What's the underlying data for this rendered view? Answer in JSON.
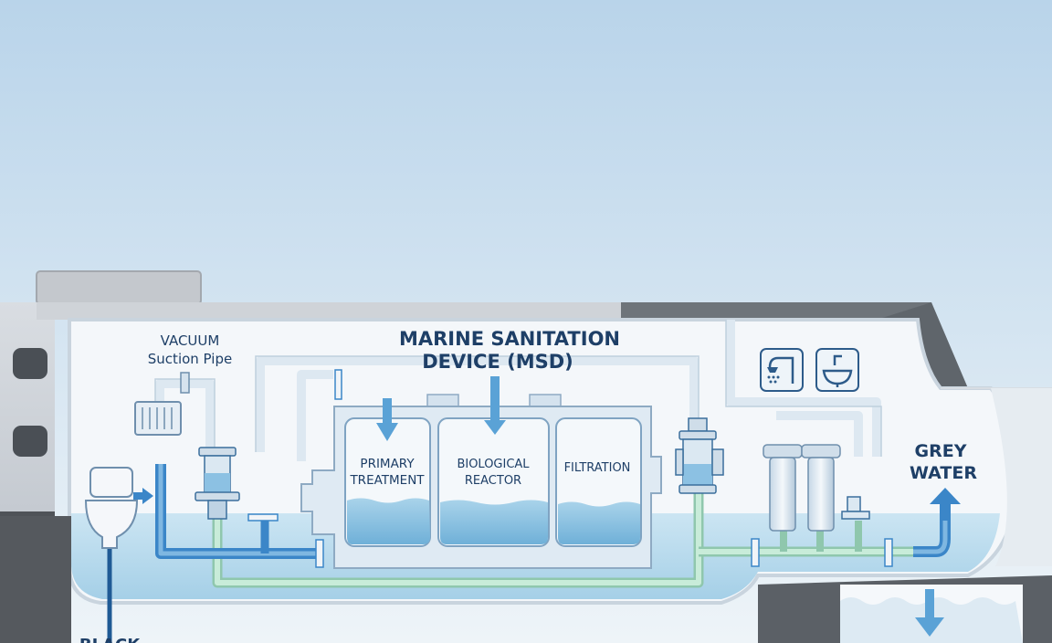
{
  "title_line1": "MARINE SANITATION",
  "title_line2": "DEVICE (MSD)",
  "vacuum_line1": "VACUUM",
  "vacuum_line2": "Suction Pipe",
  "chambers": {
    "primary_line1": "PRIMARY",
    "primary_line2": "TREATMENT",
    "bio_line1": "BIOLOGICAL",
    "bio_line2": "REACTOR",
    "filtration": "FILTRATION"
  },
  "grey_line1": "GREY",
  "grey_line2": "WATER",
  "black_label": "BLACK",
  "icons": [
    "toilet-icon",
    "shower-icon",
    "sink-icon"
  ],
  "colors": {
    "black_water_pipe": "#3b86c8",
    "grey_water_pipe": "#a6dcc2",
    "title_text": "#1e3f67",
    "water": "#a9d3ea"
  }
}
